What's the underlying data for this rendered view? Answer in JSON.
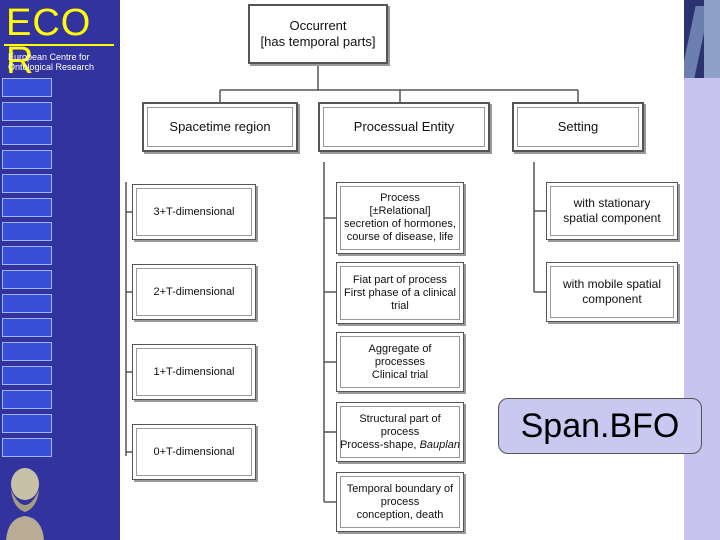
{
  "sidebar": {
    "logo_text": "ECO R",
    "tagline_1": "European Centre for",
    "tagline_2": "Ontological Research"
  },
  "colors": {
    "sidebar": "#3333a0",
    "logo": "#ffff00",
    "nav_button": "#3a4fd8",
    "right_bar": "#c8c2ef",
    "badge": "#c8c8f0"
  },
  "diagram": {
    "root": {
      "line1": "Occurrent",
      "line2": "[has temporal parts]"
    },
    "categories": {
      "spacetime": "Spacetime region",
      "processual": "Processual Entity",
      "setting": "Setting"
    },
    "spacetime_items": [
      "3+T-dimensional",
      "2+T-dimensional",
      "1+T-dimensional",
      "0+T-dimensional"
    ],
    "processual_items": [
      {
        "l1": "Process",
        "l2": "[±Relational]",
        "l3": "secretion of hormones,",
        "l4": "course of disease, life"
      },
      {
        "l1": "Fiat part of process",
        "l2": "First phase of a clinical",
        "l3": "trial"
      },
      {
        "l1": "Aggregate of",
        "l2": "processes",
        "l3": "Clinical trial"
      },
      {
        "l1": "Structural part of",
        "l2": "process",
        "l3": "Process-shape,",
        "l3b": "Bauplan"
      },
      {
        "l1": "Temporal boundary of",
        "l2": "process",
        "l3": "conception, death"
      }
    ],
    "setting_items": [
      {
        "l1": "with stationary",
        "l2": "spatial component"
      },
      {
        "l1": "with mobile spatial",
        "l2": "component"
      }
    ]
  },
  "badge": "Span.BFO"
}
